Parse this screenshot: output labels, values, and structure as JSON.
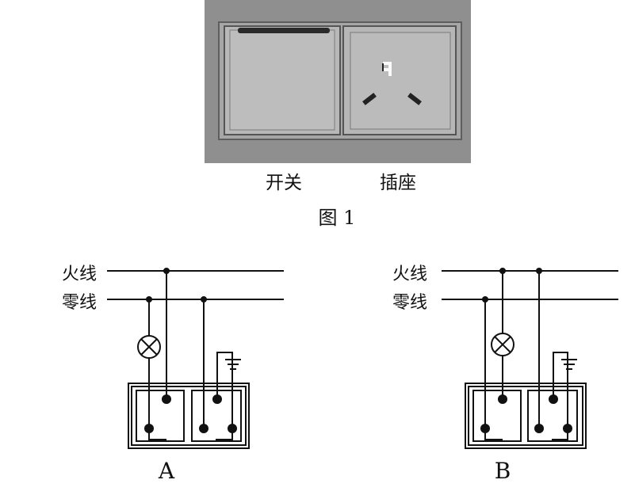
{
  "photo": {
    "switch_caption": "开关",
    "socket_caption": "插座"
  },
  "figure1_caption": "图 1",
  "circuit_a": {
    "live_label": "火线",
    "neutral_label": "零线",
    "caption": "A"
  },
  "circuit_b": {
    "live_label": "火线",
    "neutral_label": "零线",
    "caption": "B"
  },
  "colors": {
    "ink": "#111111",
    "photo_frame": "#8f8f8f",
    "photo_plate": "#b2b2b2",
    "photo_border": "#5e5e5e"
  }
}
